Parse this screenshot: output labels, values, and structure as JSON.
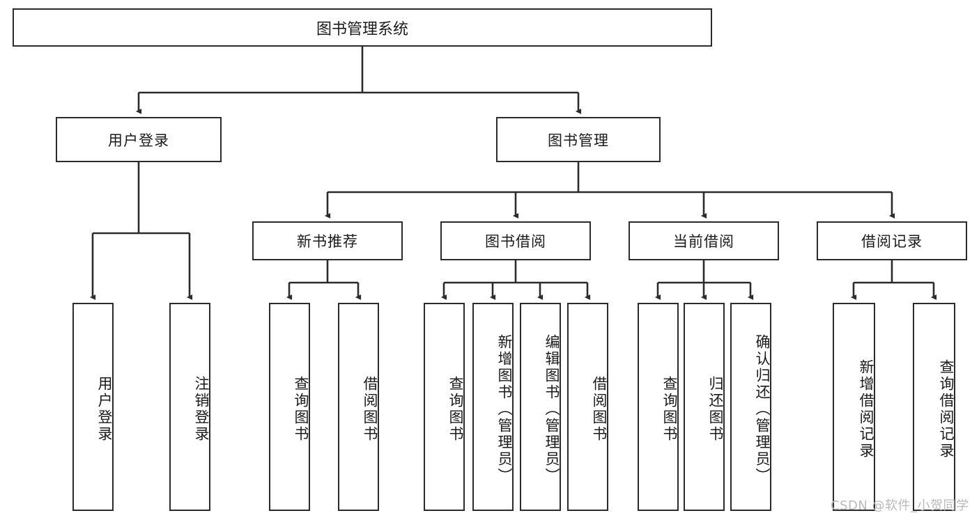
{
  "diagram": {
    "title": "图书管理系统",
    "watermark": "CSDN @软件_小贺同学",
    "level2": [
      {
        "label": "用户登录"
      },
      {
        "label": "图书管理"
      }
    ],
    "level3": [
      {
        "label": "新书推荐"
      },
      {
        "label": "图书借阅"
      },
      {
        "label": "当前借阅"
      },
      {
        "label": "借阅记录"
      }
    ],
    "leaves": {
      "user_login": [
        {
          "label": "用户登录"
        },
        {
          "label": "注销登录"
        }
      ],
      "new_book_recommend": [
        {
          "label": "查询图书"
        },
        {
          "label": "借阅图书"
        }
      ],
      "book_borrow": [
        {
          "label": "查询图书"
        },
        {
          "label": "新增图书（管理员）"
        },
        {
          "label": "编辑图书（管理员）"
        },
        {
          "label": "借阅图书"
        }
      ],
      "current_borrow": [
        {
          "label": "查询图书"
        },
        {
          "label": "归还图书"
        },
        {
          "label": "确认归还（管理员）"
        }
      ],
      "borrow_record": [
        {
          "label": "新增借阅记录"
        },
        {
          "label": "查询借阅记录"
        }
      ]
    },
    "colors": {
      "stroke": "#2b2b2b",
      "background": "#ffffff",
      "text": "#1a1a1a",
      "watermark": "#b9b9b9"
    }
  }
}
